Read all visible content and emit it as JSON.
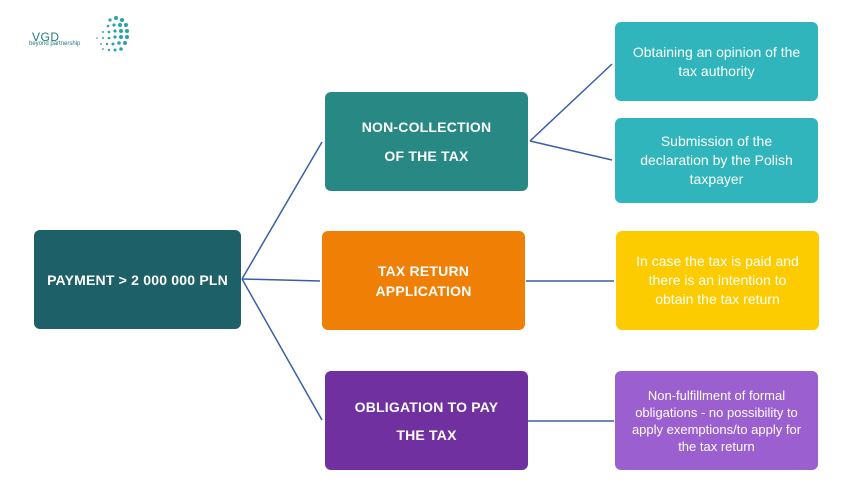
{
  "logo": {
    "brand": "VGD",
    "tagline": "beyond partnership"
  },
  "root": {
    "label": "PAYMENT > 2 000 000 PLN"
  },
  "branches": [
    {
      "id": "non-collection",
      "lines": [
        "NON-COLLECTION",
        "OF THE TAX"
      ],
      "children": [
        {
          "lines": [
            "Obtaining an opinion of the",
            "tax authority"
          ]
        },
        {
          "lines": [
            "Submission of the",
            "declaration by the Polish",
            "taxpayer"
          ]
        }
      ]
    },
    {
      "id": "tax-return",
      "lines": [
        "TAX RETURN",
        "APPLICATION"
      ],
      "children": [
        {
          "lines": [
            "In case the tax is paid and",
            "there is an intention to",
            "obtain the tax return"
          ]
        }
      ]
    },
    {
      "id": "obligation",
      "lines": [
        "OBLIGATION TO PAY",
        "THE TAX"
      ],
      "children": [
        {
          "lines": [
            "Non-fulfillment of formal",
            "obligations - no possibility to",
            "apply exemptions/to apply for",
            "the tax return"
          ]
        }
      ]
    }
  ],
  "colors": {
    "root": "#1d6068",
    "teal_dark": "#288884",
    "teal_light": "#2fb5bb",
    "orange": "#f07f05",
    "yellow": "#fdcc00",
    "purple_dark": "#7030a0",
    "purple_light": "#9b5fcf",
    "connector": "#3a5fa3"
  }
}
